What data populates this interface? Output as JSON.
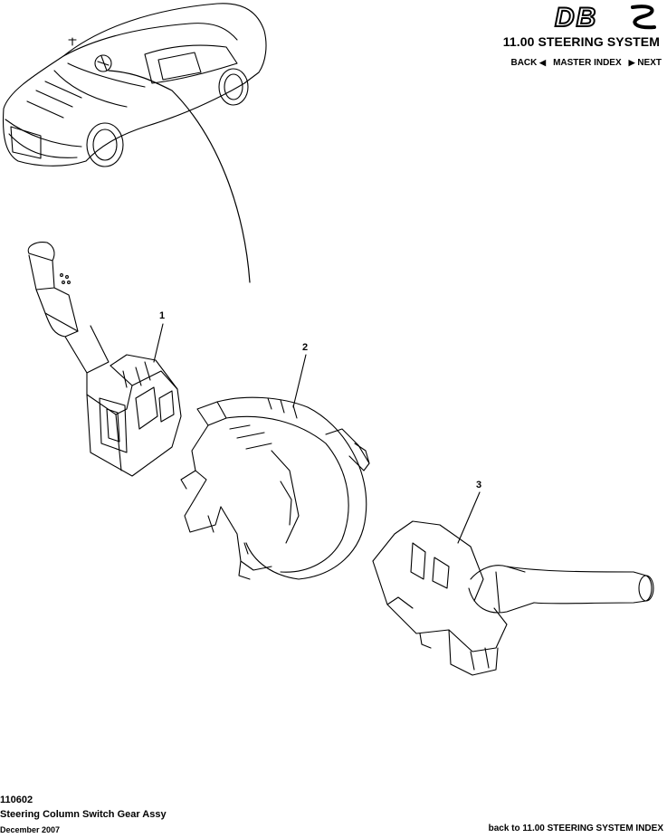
{
  "header": {
    "logo_text": "DBS",
    "section_title": "11.00 STEERING SYSTEM",
    "nav": {
      "back": "BACK",
      "master_index": "MASTER INDEX",
      "next": "NEXT"
    }
  },
  "callouts": [
    "1",
    "2",
    "3"
  ],
  "footer": {
    "part_number": "110602",
    "part_title": "Steering Column Switch Gear Assy",
    "date": "December 2007",
    "back_link": "back to 11.00 STEERING SYSTEM INDEX"
  }
}
